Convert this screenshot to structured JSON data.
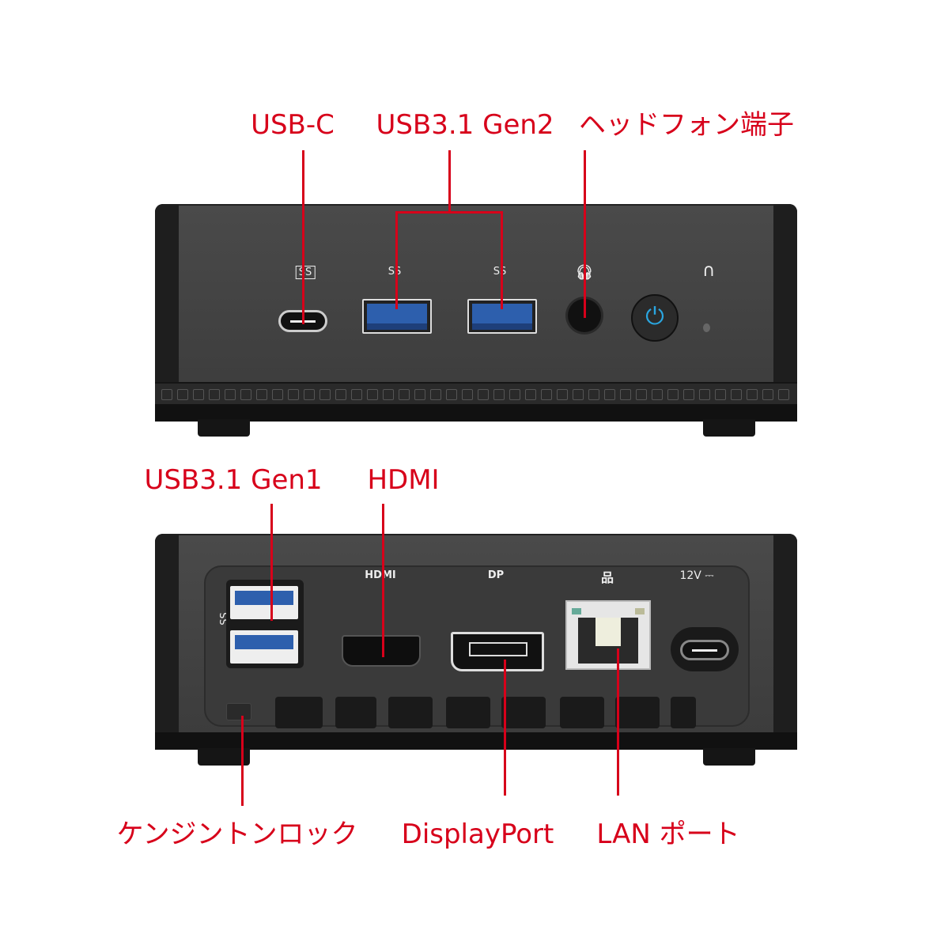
{
  "front": {
    "labels": {
      "usb_c": "USB-C",
      "usb31_gen2": "USB3.1 Gen2",
      "headphone": "ヘッドフォン端子"
    },
    "silkscreen": {
      "usb_c_icon": "SS",
      "usb_a1_icon": "SS",
      "usb_a2_icon": "SS"
    },
    "power_color": "#2aa6e0"
  },
  "back": {
    "labels": {
      "usb31_gen1": "USB3.1 Gen1",
      "hdmi": "HDMI",
      "kensington": "ケンジントンロック",
      "displayport": "DisplayPort",
      "lan": "LAN ポート"
    },
    "silkscreen": {
      "hdmi": "HDMI",
      "dp": "DP",
      "dc_in": "12V",
      "usb_icon": "SS"
    }
  },
  "accent": "#d7001a"
}
